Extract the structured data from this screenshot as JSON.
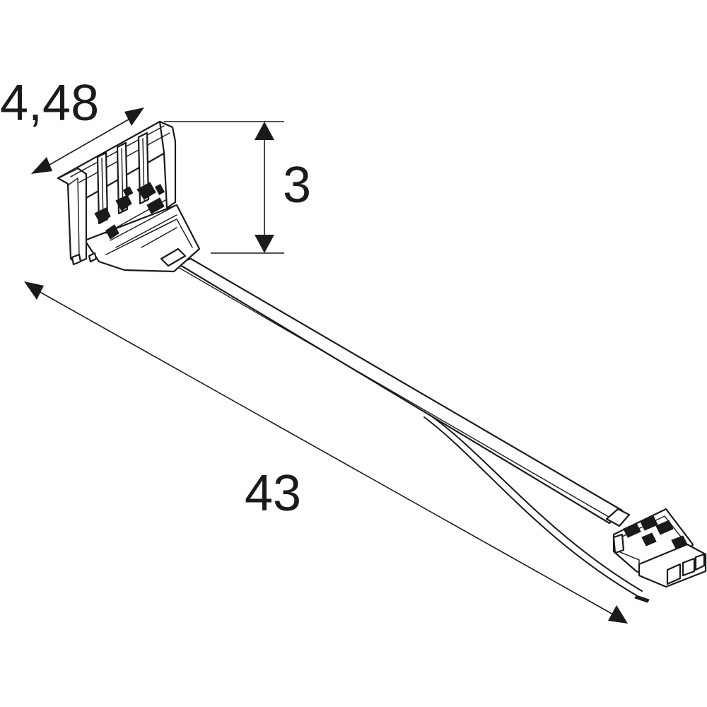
{
  "dimensions": {
    "width_label": "4,48",
    "height_label": "3",
    "length_label": "43"
  }
}
